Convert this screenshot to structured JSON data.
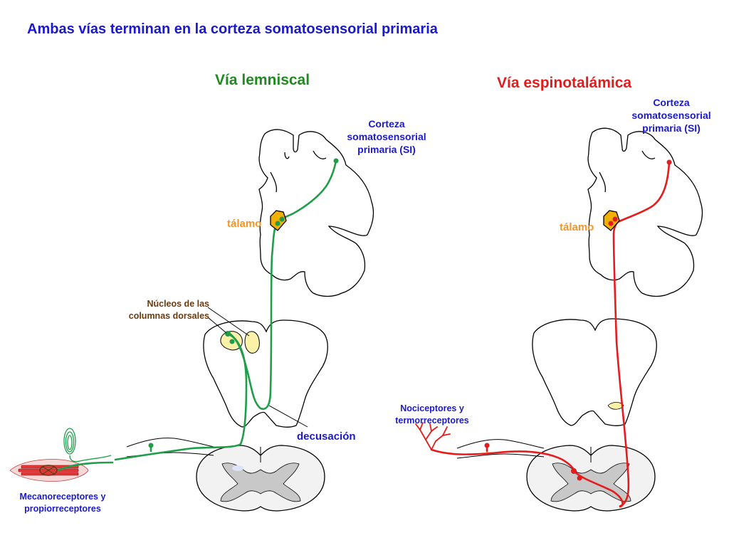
{
  "title": "Ambas vías terminan en la corteza somatosensorial primaria",
  "pathways": {
    "lemniscal": {
      "name": "Vía lemniscal",
      "color": "#1f9e4a",
      "cortex_label": [
        "Corteza",
        "somatosensorial",
        "primaria (SI)"
      ],
      "thalamus_label": "tálamo",
      "nuclei_label": [
        "Núcleos de las",
        "columnas dorsales"
      ],
      "decussation_label": "decusación",
      "receptors_label": [
        "Mecanoreceptores y",
        "propiorreceptores"
      ]
    },
    "spinothalamic": {
      "name": "Vía espinotalámica",
      "color": "#e51c1c",
      "cortex_label": [
        "Corteza",
        "somatosensorial",
        "primaria (SI)"
      ],
      "thalamus_label": "tálamo",
      "receptors_label": [
        "Nociceptores y",
        "termorreceptores"
      ]
    }
  },
  "colors": {
    "title": "#1a1acc",
    "lemniscal_title": "#1f8a1f",
    "spinothalamic_title": "#e01d1d",
    "thalamus_label": "#f0962a",
    "thalamus_fill": "#f2b100",
    "nuclei_label": "#6b3a10",
    "nuclei_fill": "#fbf1a8",
    "grey_matter": "#c8c8c8",
    "tissue_outline": "#000000"
  }
}
